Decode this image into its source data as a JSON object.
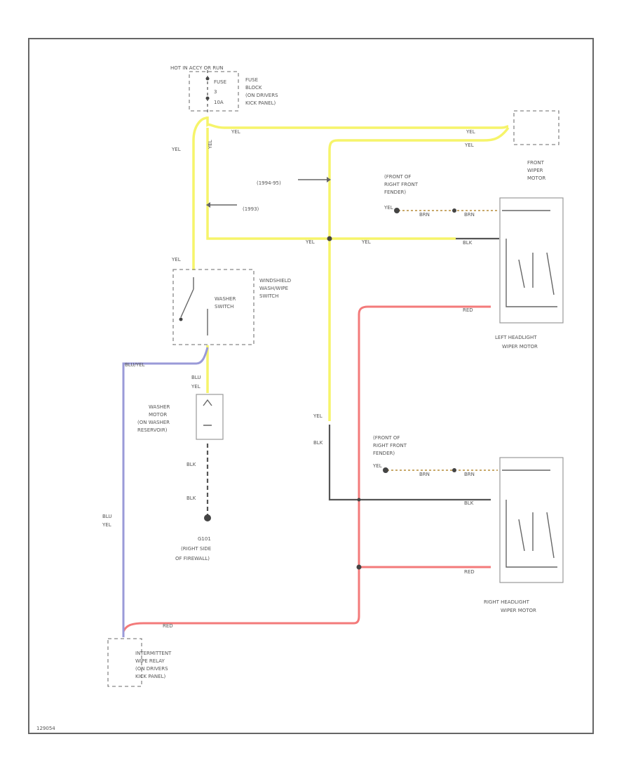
{
  "labels": {
    "hot_line": "HOT IN ACCY OR RUN",
    "fuse_name": "FUSE",
    "fuse_num": "3",
    "fuse_amp": "10A",
    "fuse_block_1": "FUSE",
    "fuse_block_2": "BLOCK",
    "fuse_block_3": "(ON DRIVERS",
    "fuse_block_4": "KICK PANEL)",
    "front_wiper_1": "FRONT",
    "front_wiper_2": "WIPER",
    "front_wiper_3": "MOTOR",
    "yel": "YEL",
    "yel_vert": "YEL",
    "variant_a": "(1994-95)",
    "variant_b": "(1993)",
    "front_fender_1": "(FRONT OF",
    "front_fender_2": "RIGHT FRONT",
    "front_fender_3": "FENDER)",
    "front_fender_4": "YEL",
    "brn": "BRN",
    "washswitch_1": "WINDSHIELD",
    "washswitch_2": "WASH/WIPE",
    "washswitch_3": "SWITCH",
    "washer_switch_1": "WASHER",
    "washer_switch_2": "SWITCH",
    "red": "RED",
    "left_motor_1": "LEFT HEADLIGHT",
    "left_motor_2": "WIPER MOTOR",
    "blu_yel": "BLU/YEL",
    "blu": "BLU",
    "washer_motor_1": "WASHER",
    "washer_motor_2": "MOTOR",
    "washer_motor_3": "(ON WASHER",
    "washer_motor_4": "RESERVOIR)",
    "blk": "BLK",
    "ground_1": "G101",
    "ground_2": "(RIGHT SIDE",
    "ground_3": "OF FIREWALL)",
    "right_motor_1": "RIGHT HEADLIGHT",
    "right_motor_2": "WIPER MOTOR",
    "relay_1": "INTERMITTENT",
    "relay_2": "WIPE RELAY",
    "relay_3": "(ON DRIVERS",
    "relay_4": "KICK PANEL)",
    "diagram_id": "129054"
  },
  "colors": {
    "yellow_wire": "#f6f46a",
    "red_wire": "#f37a7a",
    "blue_wire": "#9a9ad8",
    "black_wire": "#555555",
    "brown_wire": "#c8a86a"
  }
}
